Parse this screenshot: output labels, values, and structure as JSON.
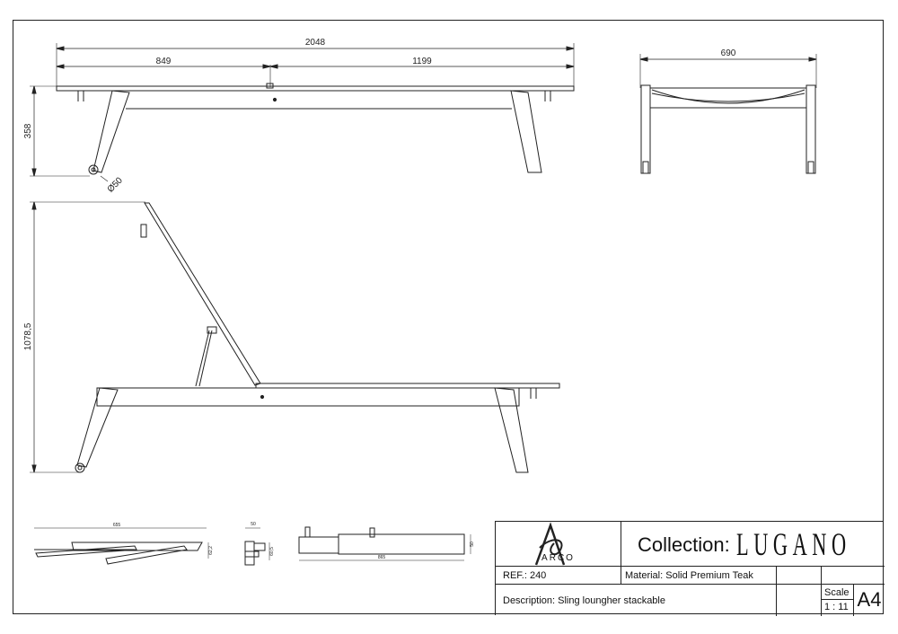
{
  "dimensions": {
    "total_length": "2048",
    "front_length": "849",
    "rear_length": "1199",
    "height": "358",
    "width": "690",
    "wheel_diameter": "Ø50",
    "inclined_height": "1078,5",
    "small_view_1": "655",
    "small_view_1_side": "62,2",
    "small_view_2_top": "50",
    "small_view_2_side": "60,5",
    "small_view_3_length": "865",
    "small_view_3_side": "50"
  },
  "title_block": {
    "logo_text": "ARCO",
    "collection_label": "Collection:",
    "collection_name": "LUGANO",
    "ref": "REF.: 240",
    "material": "Material: Solid Premium Teak",
    "description": "Description: Sling loungher stackable",
    "scale_label": "Scale",
    "scale_value": "1 : 11",
    "sheet_size": "A4"
  },
  "colors": {
    "line": "#222222",
    "background": "#ffffff"
  }
}
